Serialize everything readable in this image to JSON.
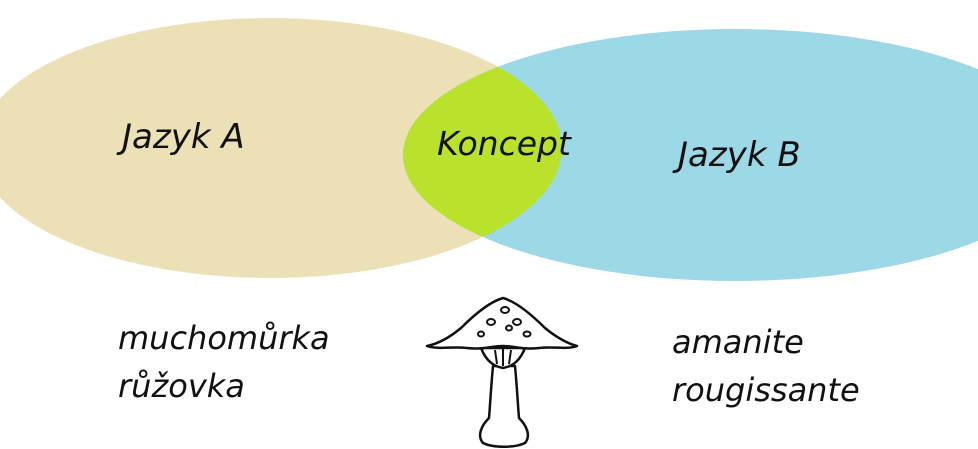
{
  "diagram": {
    "language_a": {
      "label": "Jazyk A",
      "color": "#ebe0b6",
      "words": [
        "muchomůrka",
        "růžovka"
      ]
    },
    "language_b": {
      "label": "Jazyk B",
      "color": "#9dd8e7",
      "words": [
        "amanite",
        "rougissante"
      ]
    },
    "concept": {
      "label": "Koncept",
      "color": "#b8e22b"
    },
    "concept_image": "mushroom-illustration"
  }
}
